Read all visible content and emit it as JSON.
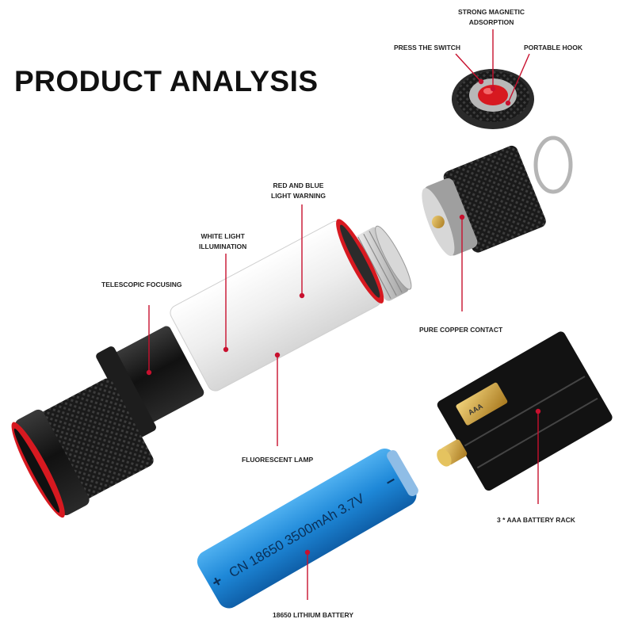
{
  "title": "PRODUCT ANALYSIS",
  "labels": {
    "strong_magnetic_line1": "STRONG MAGNETIC",
    "strong_magnetic_line2": "ADSORPTION",
    "press_switch": "PRESS THE SWITCH",
    "portable_hook": "PORTABLE HOOK",
    "red_blue_line1": "RED AND BLUE",
    "red_blue_line2": "LIGHT WARNING",
    "white_light_line1": "WHITE LIGHT",
    "white_light_line2": "ILLUMINATION",
    "telescopic": "TELESCOPIC FOCUSING",
    "pure_copper": "PURE COPPER CONTACT",
    "fluorescent": "FLUORESCENT LAMP",
    "battery_rack": "3 * AAA BATTERY RACK",
    "lithium": "18650 LITHIUM BATTERY"
  },
  "battery": {
    "print": "CN 18650 3500mAh 3.7V",
    "plus": "+",
    "minus": "−"
  },
  "aaa_marking": "AAA",
  "colors": {
    "accent_red": "#d71920",
    "leader_red": "#c8102e",
    "battery_blue": "#1e88d8",
    "anodized_black": "#161616",
    "lamp_white": "#f2f2f2"
  }
}
